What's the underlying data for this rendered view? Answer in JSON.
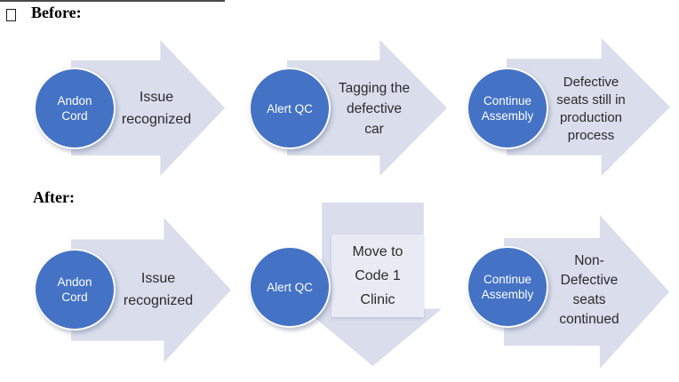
{
  "page": {
    "before_label": "Before:",
    "after_label": "After:"
  },
  "icons": {
    "bullet": "hollow-square-bullet"
  },
  "colors": {
    "circle_fill": "#4472C4",
    "arrow_fill": "#D9DDEC",
    "clinic_box_fill": "#E9EBF4",
    "shape_text": "#2B2B2B",
    "circle_text": "#FFFFFF"
  },
  "before_flow": [
    {
      "circle": "Andon\nCord",
      "arrow": "Issue\nrecognized"
    },
    {
      "circle": "Alert QC",
      "arrow": "Tagging the\ndefective\ncar"
    },
    {
      "circle": "Continue\nAssembly",
      "arrow": "Defective\nseats still in\nproduction\nprocess"
    }
  ],
  "after_flow": [
    {
      "circle": "Andon\nCord",
      "arrow": "Issue\nrecognized"
    },
    {
      "circle": "Alert QC",
      "arrow": "Move to\nCode 1\nClinic"
    },
    {
      "circle": "Continue\nAssembly",
      "arrow": "Non-\nDefective\nseats\ncontinued"
    }
  ]
}
